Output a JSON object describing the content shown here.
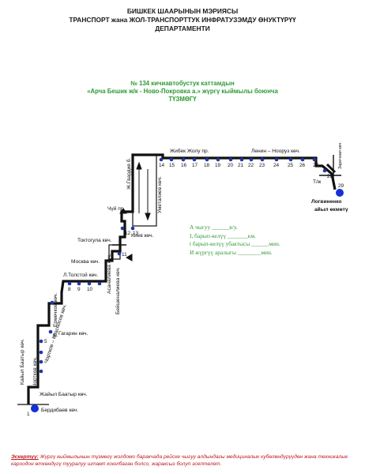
{
  "header": {
    "line1": "БИШКЕК ШААРЫНЫН МЭРИЯСЫ",
    "line2": "ТРАНСПОРТ жана ЖОЛ-ТРАНСПОРТТУК ИНФРАТУЗЭМДУ ӨНУКТҮРҮҮ",
    "line3": "ДЕПАРТАМЕНТИ"
  },
  "title": {
    "line1": "№ 134  кичиавтобустук каттамдын",
    "line2": "«Арча Бешик ж/к - Ново-Покровка а.» жүргү кыймылы боюнча",
    "line3": "ТҮЗМӨГҮ"
  },
  "legend": {
    "row1": "А чыгуу ______в/у.",
    "row2": "I, барып-келүү _______км.",
    "row3": "t барып-келүү убактысы ______мин.",
    "row4": "И жүргүү аралыгы ________мин."
  },
  "note": {
    "label": "Эскертүү:",
    "text": " Жүргү кыймылынын түзмөгү жолдомо баракчада рейске чыгуу алдындагы медициналык кубөлөндүрүүдөн жана техникалык кароодон өткөндүгү тууралуу штамп коюлбаган болсо, жараксыз болуп эсептелет."
  },
  "map": {
    "colors": {
      "route": "#111111",
      "stop": "#1f36a8",
      "terminal": "#1530d6"
    },
    "streets": {
      "zhibek_zholu": "Жибек Жолу пр.",
      "lenin_nooruz": "Ленин – Нооруз көч.",
      "zhgvardia": "Ж.Гвардия б.",
      "umetaliev": "Уметалиев көч.",
      "chuy": "Чүй пр.",
      "kiev": "Киев көч.",
      "toktogul": "Токтогула көч.",
      "asanaliev": "Асаналиева көч.",
      "beishenalieva": "Бейшеналиева көч.",
      "moskva": "Москва көч.",
      "ltolstoy": "Л.Толстой көч.",
      "ermechkov": "Ермечков көч.",
      "chortkov_krasnosov": "Чортков – Красносов көч.",
      "gagarin": "Гагарин көч.",
      "chortkov": "Чортков көч.",
      "kaiyl_baatyr_v": "Кайыл Баатыр көч.",
      "kaiyl_baatyr_h": "Жайыл Баатыр көч.",
      "berdibaev": "Бердибаев көч.",
      "zarechnaya": "Заречная көч.",
      "tzh": "Т/ж",
      "logvinenko1": "Логвиненко",
      "logvinenko2": "айыл өкмөтү"
    },
    "stops": {
      "s1": "1",
      "s5": "5",
      "s6": "6",
      "s7": "7",
      "s8": "8",
      "s9": "9",
      "s10": "10",
      "s11": "11",
      "s12": "12",
      "s13": "13",
      "s14": "14",
      "s15": "15",
      "s16": "16",
      "s17": "17",
      "s18": "18",
      "s19": "19",
      "s20": "20",
      "s21": "21",
      "s22": "22",
      "s23": "23",
      "s24": "24",
      "s25": "25",
      "s26": "26",
      "s27": "27",
      "s28": "28",
      "s29": "29"
    }
  }
}
